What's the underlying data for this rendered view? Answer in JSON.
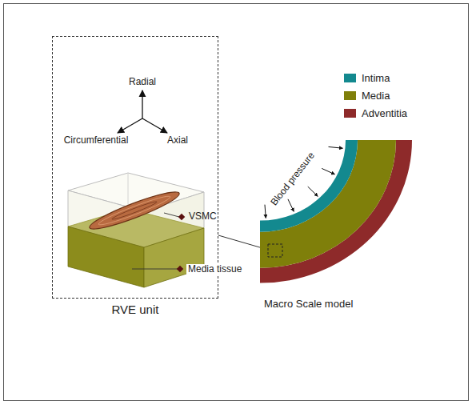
{
  "diagram": {
    "nodes": [
      {
        "text": [
          "RVE unit"
        ]
      }
    ],
    "labels": [
      "Radial",
      "Circumferential",
      "Axial",
      "VSMC",
      "Media tissue",
      "Blood pressure",
      "Macro Scale model"
    ],
    "legend": [
      {
        "text": "Intima",
        "color": "#13898f"
      },
      {
        "text": "Media",
        "color": "#7f7f0a"
      },
      {
        "text": "Adventitia",
        "color": "#8e2a2a"
      }
    ]
  }
}
